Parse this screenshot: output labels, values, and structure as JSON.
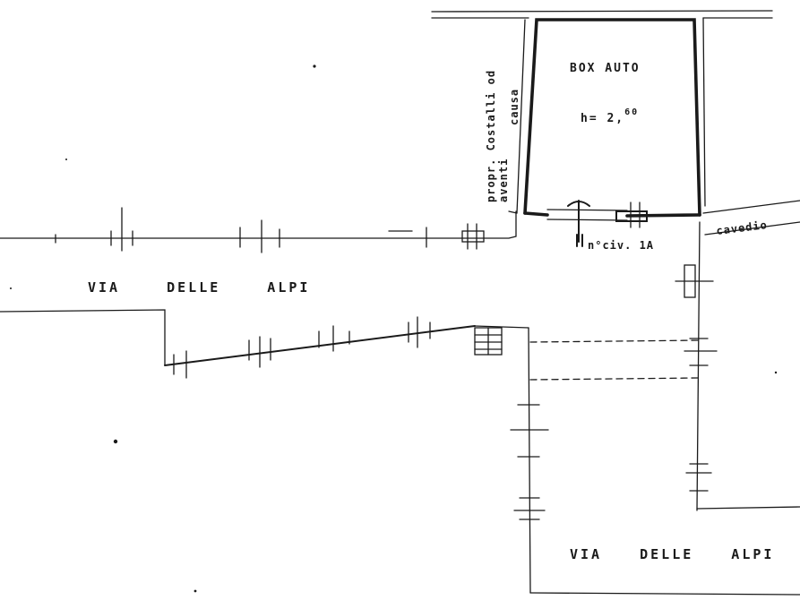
{
  "labels": {
    "box_auto": "BOX AUTO",
    "height_prefix": "h= 2,",
    "height_sup": "60",
    "neighbor_line1": "propr. Costalli od",
    "neighbor_line2": "aventi",
    "neighbor_line3": "causa",
    "cavedio": "cavedio",
    "civic_number": "n°civ. 1A",
    "street_top": "VIA DELLE ALPI",
    "street_bottom": "VIA DELLE ALPI"
  }
}
